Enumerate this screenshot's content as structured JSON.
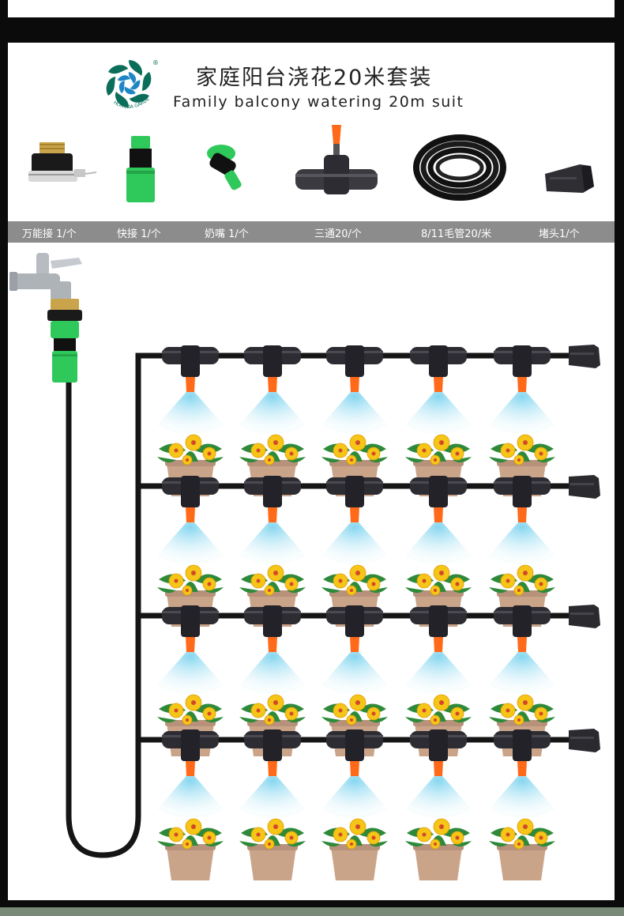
{
  "header": {
    "title_cn": "家庭阳台浇花20米套装",
    "title_en": "Family balcony watering 20m suit",
    "logo_text": "HONGDA GARDEN",
    "logo_mark": "®"
  },
  "parts": [
    {
      "label": "万能接 1/个",
      "icon": "universal-adapter-icon"
    },
    {
      "label": "快接 1/个",
      "icon": "quick-connector-icon"
    },
    {
      "label": "奶嘴 1/个",
      "icon": "nipple-connector-icon"
    },
    {
      "label": "三通20/个",
      "icon": "tee-sprayer-icon"
    },
    {
      "label": "8/11毛管20/米",
      "icon": "hose-coil-icon"
    },
    {
      "label": "堵头1/个",
      "icon": "end-cap-icon"
    }
  ],
  "diagram": {
    "rows": 4,
    "columns": 5,
    "colors": {
      "pipe": "#151515",
      "nozzle": "#ff6a1a",
      "connector": "#2fc85a",
      "mist": "#a6e3f6",
      "pot": "#caa489",
      "flower": "#f5c518"
    }
  }
}
